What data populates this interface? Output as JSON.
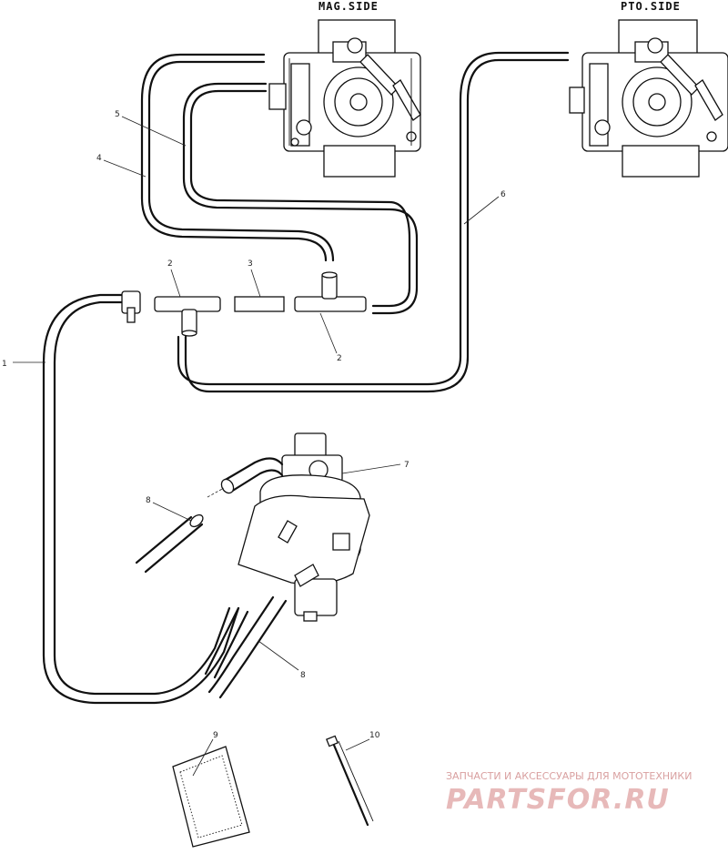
{
  "headers": {
    "mag_side": "MAG.SIDE",
    "pto_side": "PTO.SIDE"
  },
  "callouts": [
    {
      "id": "c1",
      "text": "1"
    },
    {
      "id": "c2a",
      "text": "2"
    },
    {
      "id": "c2b",
      "text": "2"
    },
    {
      "id": "c3",
      "text": "3"
    },
    {
      "id": "c4",
      "text": "4"
    },
    {
      "id": "c5",
      "text": "5"
    },
    {
      "id": "c6",
      "text": "6"
    },
    {
      "id": "c7",
      "text": "7"
    },
    {
      "id": "c8a",
      "text": "8"
    },
    {
      "id": "c8b",
      "text": "8"
    },
    {
      "id": "c9",
      "text": "9"
    },
    {
      "id": "c10",
      "text": "10"
    }
  ],
  "watermark": {
    "tagline": "ЗАПЧАСТИ И АКСЕССУАРЫ ДЛЯ МОТОТЕХНИКИ",
    "brand": "PARTSFOR.RU"
  },
  "colors": {
    "line": "#111111",
    "background": "#ffffff",
    "watermark": "#e7b9b9"
  }
}
